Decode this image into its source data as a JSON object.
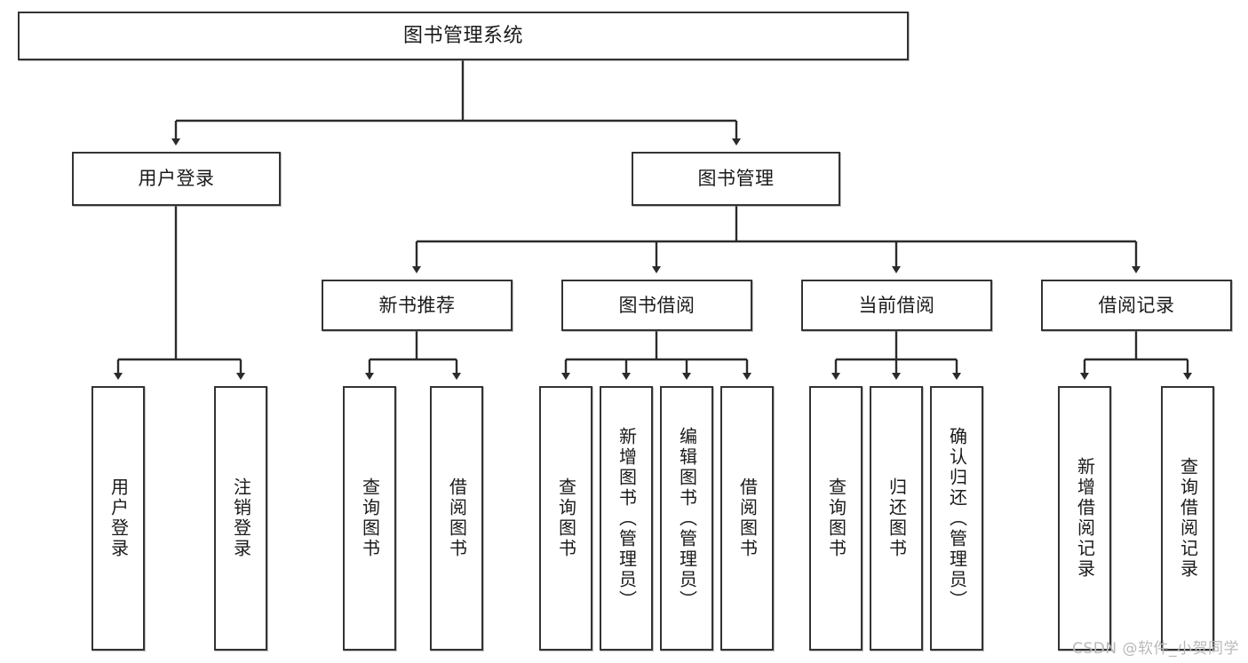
{
  "diagram": {
    "title": "图书管理系统",
    "type": "功能结构图",
    "stroke_color": "#333333",
    "fill_color": "#ffffff",
    "background_color": "#ffffff"
  },
  "root": {
    "label": "图书管理系统"
  },
  "level2": [
    {
      "label": "用户登录"
    },
    {
      "label": "图书管理"
    }
  ],
  "level3": [
    {
      "label": "新书推荐"
    },
    {
      "label": "图书借阅"
    },
    {
      "label": "当前借阅"
    },
    {
      "label": "借阅记录"
    }
  ],
  "leaves": {
    "user_login": [
      {
        "label": "用户登录"
      },
      {
        "label": "注销登录"
      }
    ],
    "new_book": [
      {
        "label": "查询图书"
      },
      {
        "label": "借阅图书"
      }
    ],
    "book_borrow": [
      {
        "label": "查询图书"
      },
      {
        "label": "新增图书（管理员）"
      },
      {
        "label": "编辑图书（管理员）"
      },
      {
        "label": "借阅图书"
      }
    ],
    "current_borrow": [
      {
        "label": "查询图书"
      },
      {
        "label": "归还图书"
      },
      {
        "label": "确认归还（管理员）"
      }
    ],
    "borrow_record": [
      {
        "label": "新增借阅记录"
      },
      {
        "label": "查询借阅记录"
      }
    ]
  },
  "watermark": {
    "text": "CSDN @软件_小贺同学"
  }
}
